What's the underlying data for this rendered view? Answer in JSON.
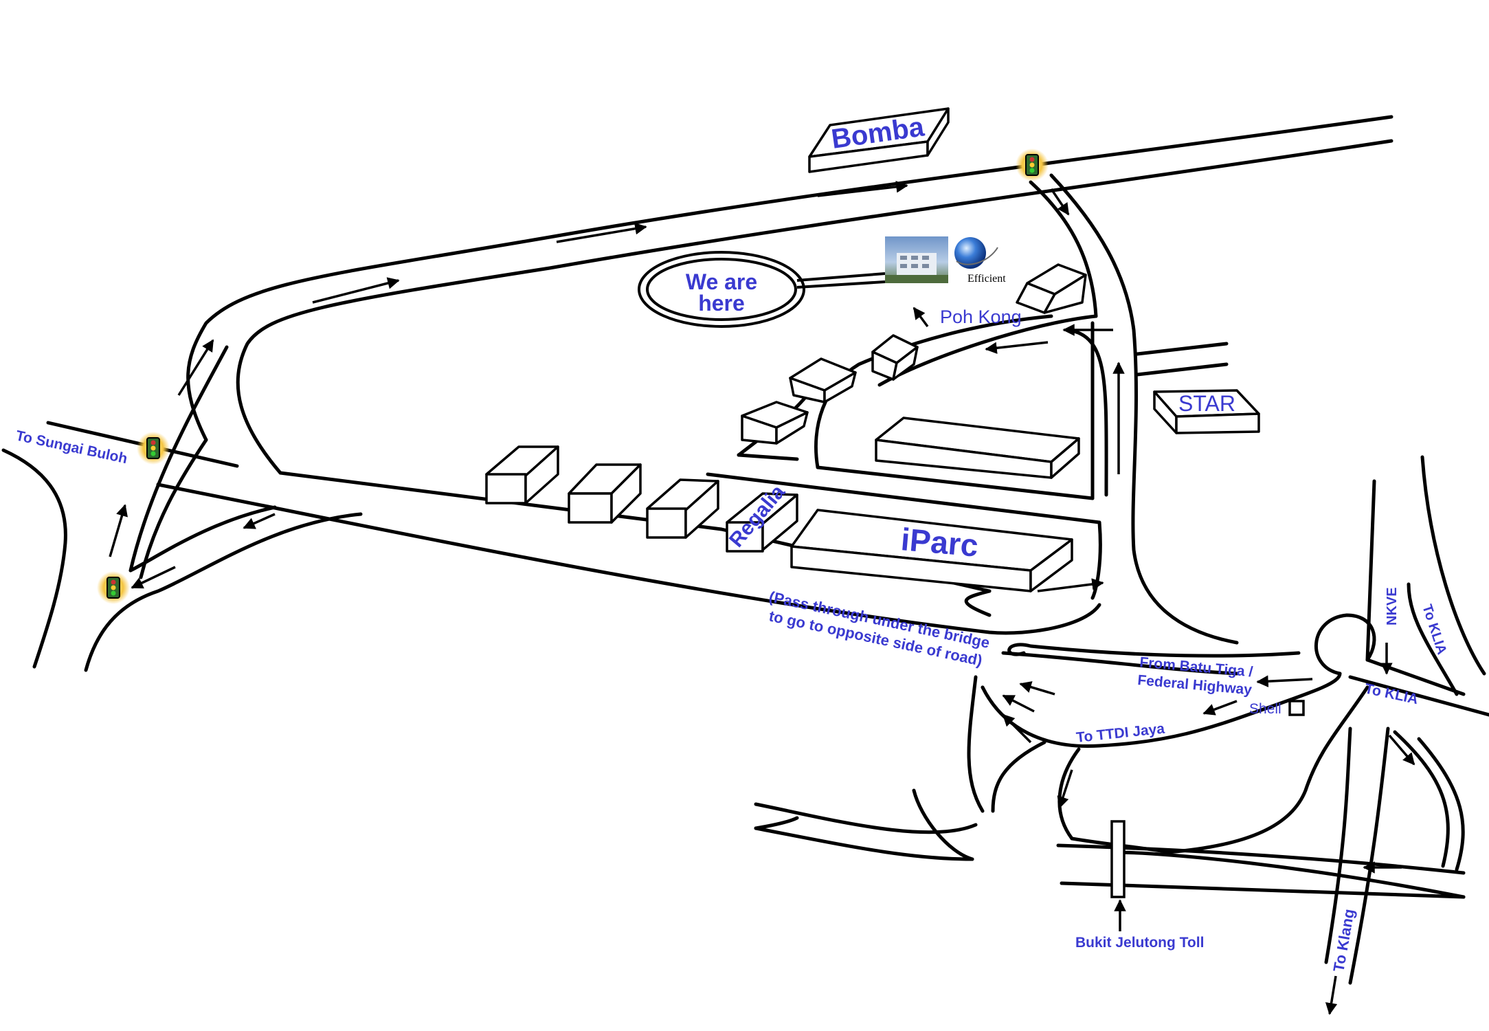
{
  "map": {
    "labels": {
      "bomba": "Bomba",
      "we_are_here_1": "We are",
      "we_are_here_2": "here",
      "efficient": "Efficient",
      "poh_kong": "Poh Kong",
      "star": "STAR",
      "iparc": "iParc",
      "regalia": "Regalia",
      "to_sungai_buloh": "To Sungai Buloh",
      "pass_through_1": "(Pass through under the bridge",
      "pass_through_2": "to go to opposite side of  road)",
      "from_batu_tiga_1": "From Batu Tiga /",
      "from_batu_tiga_2": "Federal Highway",
      "shell": "Shell",
      "to_ttdi_jaya": "To TTDI Jaya",
      "nkve": "NKVE",
      "to_klia_1": "To KLIA",
      "to_klia_2": "To KLIA",
      "to_klang": "To Klang",
      "bukit_jelutong_toll": "Bukit Jelutong Toll"
    },
    "colors": {
      "label": "#3a3ad0",
      "road": "#000000",
      "traffic_light_glow": "#f5c542",
      "traffic_light_body": "#2e6b2e"
    },
    "icons": [
      "traffic-light-icon",
      "building-photo",
      "efficient-globe-logo"
    ]
  }
}
